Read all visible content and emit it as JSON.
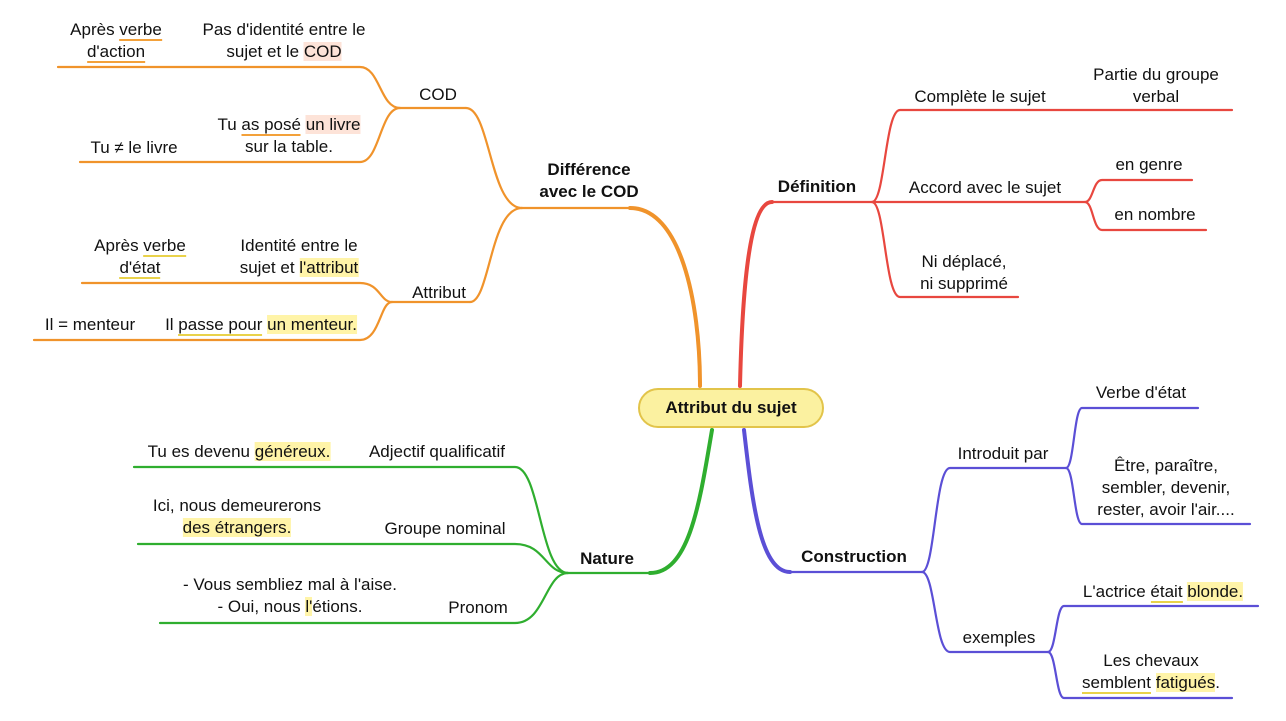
{
  "colors": {
    "cod_branch": "#f0932b",
    "definition_branch": "#e8473f",
    "nature_branch": "#2fae2f",
    "construction_branch": "#5b4fd6",
    "center_fill": "#fbf1a0",
    "highlight": "#fff4a8"
  },
  "center": "Attribut du sujet",
  "difference": {
    "title1": "Différence",
    "title2": "avec le COD",
    "cod": {
      "label": "COD",
      "apres1": "Après ",
      "apres_verbe": "verbe",
      "apres2": "d'action",
      "pas1": "Pas d'identité entre le",
      "pas2a": "sujet et le ",
      "pas2b": "COD",
      "ex1a": "Tu ",
      "ex1b": "as posé",
      "ex1c": " ",
      "ex1d": "un livre",
      "ex2": "sur la table.",
      "neq": "Tu ≠ le livre"
    },
    "attribut": {
      "label": "Attribut",
      "apres1": "Après ",
      "apres_verbe": "verbe",
      "apres2": "d'état",
      "id1": "Identité entre le",
      "id2a": "sujet et ",
      "id2b": "l'attribut",
      "exa": "Il ",
      "exb": "passe pour",
      "exc": " ",
      "exd": "un menteur.",
      "eq": "Il = menteur"
    }
  },
  "definition": {
    "title": "Définition",
    "complete": "Complète le sujet",
    "partie1": "Partie du groupe",
    "partie2": "verbal",
    "accord": "Accord avec le sujet",
    "genre": "en genre",
    "nombre": "en nombre",
    "ni1": "Ni déplacé,",
    "ni2": "ni supprimé"
  },
  "nature": {
    "title": "Nature",
    "adj": "Adjectif qualificatif",
    "adj_ex_a": "Tu es devenu ",
    "adj_ex_b": "généreux.",
    "gn": "Groupe nominal",
    "gn_ex1": "Ici, nous demeurerons",
    "gn_ex2": "des étrangers.",
    "pronom": "Pronom",
    "pr_ex1": "- Vous sembliez mal à l'aise.",
    "pr_ex2a": "- Oui, nous ",
    "pr_ex2b": "l'",
    "pr_ex2c": "étions."
  },
  "construction": {
    "title": "Construction",
    "introduit": "Introduit par",
    "verbe_etat": "Verbe d'état",
    "liste1": "Être, paraître,",
    "liste2": "sembler, devenir,",
    "liste3": "rester, avoir l'air....",
    "exemples": "exemples",
    "ex1a": "L'actrice ",
    "ex1b": "était",
    "ex1c": " ",
    "ex1d": "blonde.",
    "ex2a": "Les chevaux",
    "ex2b": "semblent",
    "ex2c": " ",
    "ex2d": "fatigués",
    "ex2e": "."
  }
}
